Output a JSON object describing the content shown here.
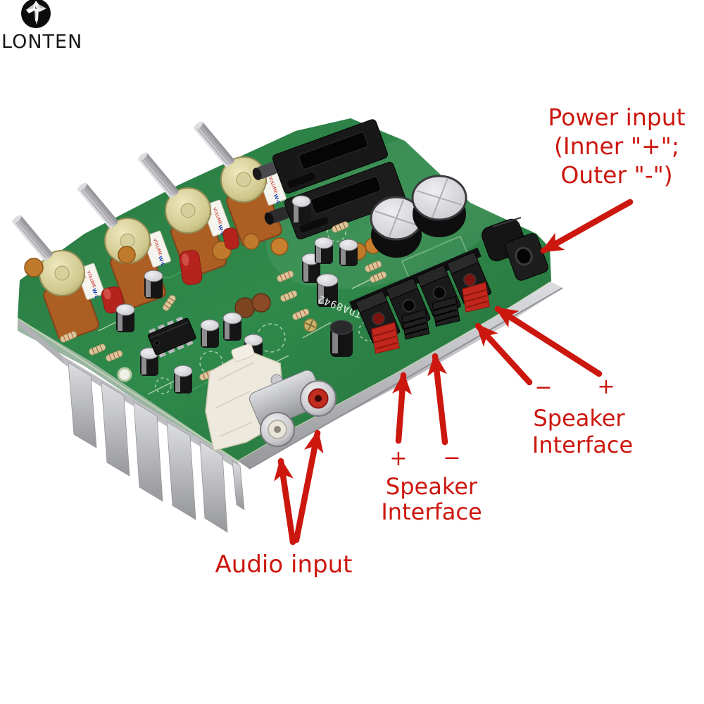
{
  "logo": {
    "brand": "LONTEN"
  },
  "colors": {
    "annotation_red": "#cc170e",
    "pcb_green": "#2f8247",
    "heatsink_gray": "#bcbec2",
    "clip_red": "#c3261c",
    "pot_brass": "#cfc78c",
    "silkscreen_white": "#e9f2e5"
  },
  "annotations": {
    "power_input": {
      "line1": "Power input",
      "line2": "(Inner \"+\";",
      "line3": "Outer \"-\")"
    },
    "speaker_interface_right": {
      "minus": "−",
      "plus": "+",
      "line1": "Speaker",
      "line2": "Interface"
    },
    "speaker_interface_bottom": {
      "plus": "+",
      "minus": "−",
      "line1": "Speaker",
      "line2": "Interface"
    },
    "audio_input": {
      "label": "Audio input"
    }
  },
  "board": {
    "silkscreen_chip": "TDA8942",
    "pot_label": "VOLUME",
    "pot_value": "B100K",
    "pot_brand": "W·L"
  }
}
